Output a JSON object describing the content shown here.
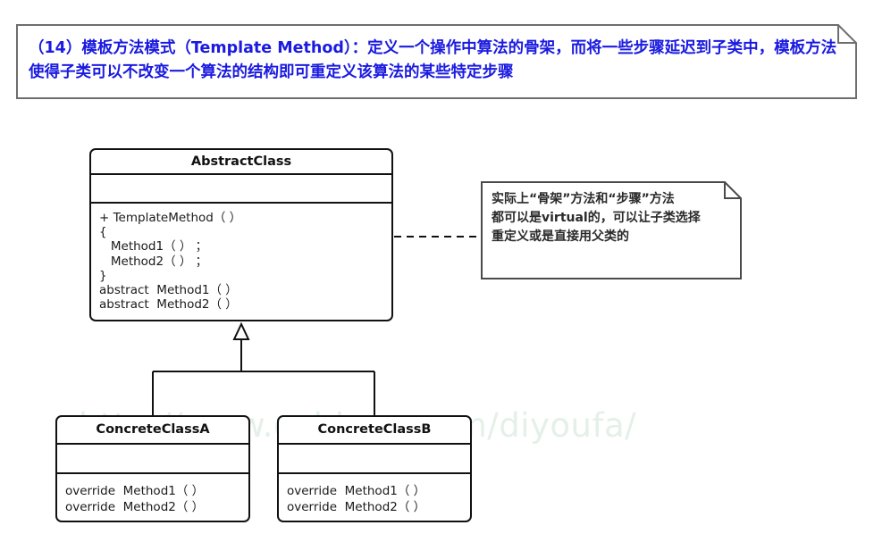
{
  "diagram": {
    "type": "uml-class-diagram",
    "pattern_name": "Template Method"
  },
  "header": {
    "text": "（14）模板方法模式（Template Method）：定义一个操作中算法的骨架，而将一些步骤延迟到子类中，模板方法使得子类可以不改变一个算法的结构即可重定义该算法的某些特定步骤",
    "color": "#1a1ae0"
  },
  "side_note": {
    "line1": "实际上“骨架”方法和“步骤”方法",
    "line2": "都可以是virtual的，可以让子类选择",
    "line3": "重定义或是直接用父类的",
    "color": "#2a2a2a"
  },
  "classes": {
    "abstract": {
      "name": "AbstractClass",
      "attributes": [],
      "methods": [
        "+ TemplateMethod（ ）",
        "{",
        "   Method1（ ） ；",
        "   Method2（ ） ；",
        "}",
        "abstract  Method1（ ）",
        "abstract  Method2（ ）"
      ]
    },
    "concrete_a": {
      "name": "ConcreteClassA",
      "attributes": [],
      "methods": [
        "override  Method1（ ）",
        "override  Method2（ ）"
      ]
    },
    "concrete_b": {
      "name": "ConcreteClassB",
      "attributes": [],
      "methods": [
        "override  Method1（ ）",
        "override  Method2（ ）"
      ]
    }
  },
  "relationships": {
    "generalization_label": "generalization",
    "note_link_label": "note-anchor-dashed-line"
  },
  "watermark": {
    "text": "http://www.cnblogs.com/diyoufa/",
    "color": "#e4f0e8"
  }
}
